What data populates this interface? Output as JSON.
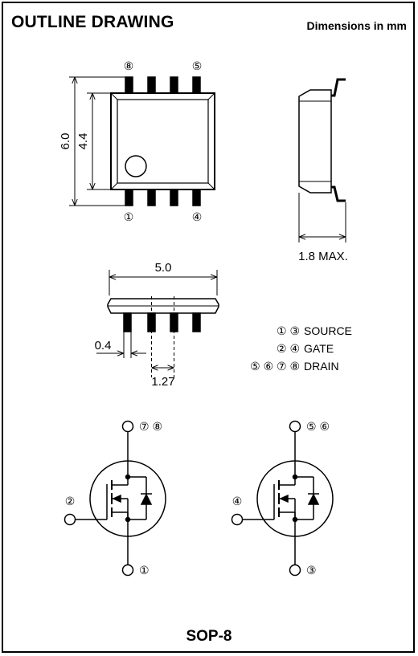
{
  "header": {
    "title": "OUTLINE DRAWING",
    "units": "Dimensions in mm"
  },
  "pins_top_view": {
    "top_left": "⑧",
    "top_right": "⑤",
    "bottom_left": "①",
    "bottom_right": "④"
  },
  "dimensions": {
    "total_height": "6.0",
    "body_height": "4.4",
    "max_thickness": "1.8 MAX.",
    "body_length": "5.0",
    "lead_width": "0.4",
    "lead_pitch": "1.27"
  },
  "pin_legend": {
    "source_pins": "① ③",
    "source_label": "SOURCE",
    "gate_pins": "② ④",
    "gate_label": "GATE",
    "drain_pins": "⑤ ⑥ ⑦ ⑧",
    "drain_label": "DRAIN"
  },
  "schematic_1": {
    "drain": "⑦ ⑧",
    "gate": "②",
    "source": "①"
  },
  "schematic_2": {
    "drain": "⑤ ⑥",
    "gate": "④",
    "source": "③"
  },
  "package_name": "SOP-8"
}
